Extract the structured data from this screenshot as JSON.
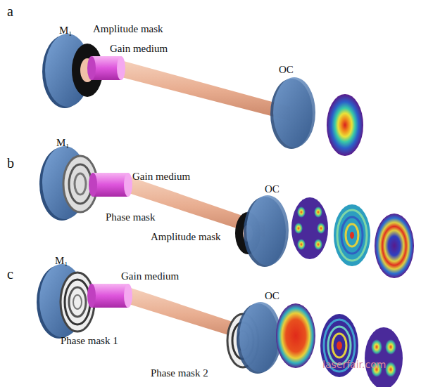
{
  "diagram": {
    "labels": [
      "a",
      "M₁",
      "Amplitude mask",
      "Gain medium",
      "OC",
      "b",
      "M₁",
      "Gain medium",
      "Phase mask",
      "OC",
      "Amplitude mask",
      "c",
      "M₁",
      "Gain medium",
      "Phase mask 1",
      "OC",
      "Phase mask 2",
      "laserfair.com"
    ]
  }
}
